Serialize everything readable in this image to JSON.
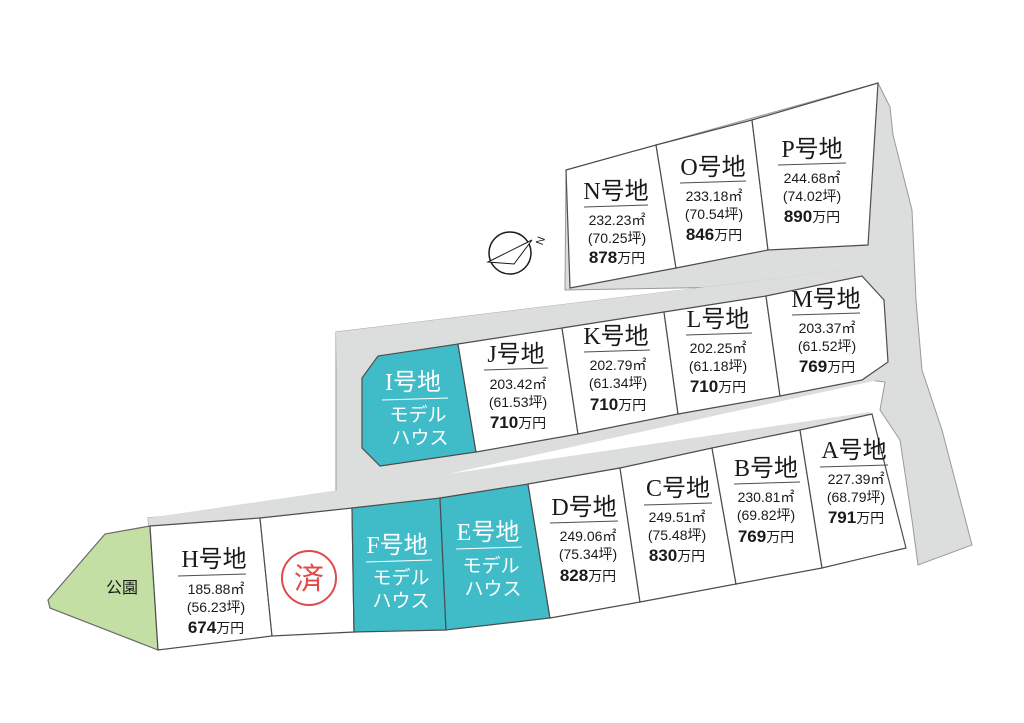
{
  "colors": {
    "road": "#dcdddd",
    "lot_fill": "#ffffff",
    "model_house": "#40bcc9",
    "park": "#c4dfa4",
    "border": "#4d4d4d",
    "sold_stamp": "#e04a4a"
  },
  "north": {
    "label": "N",
    "icon": "north-arrow-icon"
  },
  "park": {
    "label": "公園"
  },
  "lots": {
    "A": {
      "name": "A号地",
      "sqm": "227.39㎡",
      "tsubo": "(68.79坪)",
      "price": "791",
      "unit": "万円"
    },
    "B": {
      "name": "B号地",
      "sqm": "230.81㎡",
      "tsubo": "(69.82坪)",
      "price": "769",
      "unit": "万円"
    },
    "C": {
      "name": "C号地",
      "sqm": "249.51㎡",
      "tsubo": "(75.48坪)",
      "price": "830",
      "unit": "万円"
    },
    "D": {
      "name": "D号地",
      "sqm": "249.06㎡",
      "tsubo": "(75.34坪)",
      "price": "828",
      "unit": "万円"
    },
    "E": {
      "name": "E号地",
      "line1": "モデル",
      "line2": "ハウス"
    },
    "F": {
      "name": "F号地",
      "line1": "モデル",
      "line2": "ハウス"
    },
    "G": {
      "stamp": "済"
    },
    "H": {
      "name": "H号地",
      "sqm": "185.88㎡",
      "tsubo": "(56.23坪)",
      "price": "674",
      "unit": "万円"
    },
    "I": {
      "name": "I号地",
      "line1": "モデル",
      "line2": "ハウス"
    },
    "J": {
      "name": "J号地",
      "sqm": "203.42㎡",
      "tsubo": "(61.53坪)",
      "price": "710",
      "unit": "万円"
    },
    "K": {
      "name": "K号地",
      "sqm": "202.79㎡",
      "tsubo": "(61.34坪)",
      "price": "710",
      "unit": "万円"
    },
    "L": {
      "name": "L号地",
      "sqm": "202.25㎡",
      "tsubo": "(61.18坪)",
      "price": "710",
      "unit": "万円"
    },
    "M": {
      "name": "M号地",
      "sqm": "203.37㎡",
      "tsubo": "(61.52坪)",
      "price": "769",
      "unit": "万円"
    },
    "N": {
      "name": "N号地",
      "sqm": "232.23㎡",
      "tsubo": "(70.25坪)",
      "price": "878",
      "unit": "万円"
    },
    "O": {
      "name": "O号地",
      "sqm": "233.18㎡",
      "tsubo": "(70.54坪)",
      "price": "846",
      "unit": "万円"
    },
    "P": {
      "name": "P号地",
      "sqm": "244.68㎡",
      "tsubo": "(74.02坪)",
      "price": "890",
      "unit": "万円"
    }
  }
}
